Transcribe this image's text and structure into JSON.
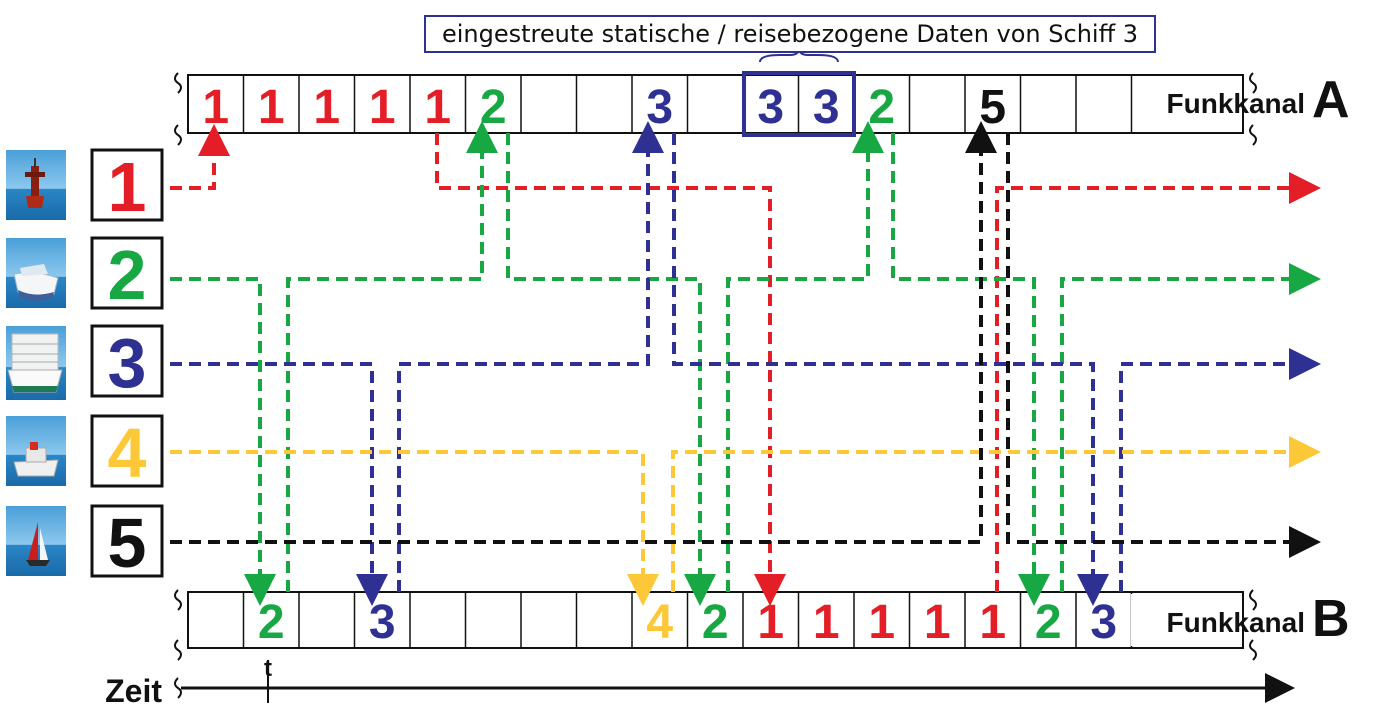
{
  "colors": {
    "1": "#e41e26",
    "2": "#17a844",
    "3": "#2e3192",
    "4": "#fdc838",
    "5": "#111111",
    "frame": "#111111",
    "highlight": "#2e3192"
  },
  "annotation": "eingestreute statische / reisebezogene Daten von Schiff 3",
  "channel_a": {
    "label": "Funkkanal",
    "letter": "A",
    "slots": [
      "1",
      "1",
      "1",
      "1",
      "1",
      "2",
      "",
      "",
      "3",
      "",
      "3",
      "3",
      "2",
      "",
      "5",
      "",
      "",
      ""
    ],
    "highlighted_slots": [
      10,
      11
    ]
  },
  "channel_b": {
    "label": "Funkkanal",
    "letter": "B",
    "slots": [
      "",
      "2",
      "",
      "3",
      "",
      "",
      "",
      "",
      "4",
      "2",
      "1",
      "1",
      "1",
      "1",
      "1",
      "2",
      "3",
      ""
    ]
  },
  "stations": [
    {
      "id": "1",
      "icon": "buoy-icon"
    },
    {
      "id": "2",
      "icon": "motorboat-icon"
    },
    {
      "id": "3",
      "icon": "cruise-ship-icon"
    },
    {
      "id": "4",
      "icon": "tugboat-icon"
    },
    {
      "id": "5",
      "icon": "sailboat-icon"
    }
  ],
  "time_axis": {
    "label": "Zeit",
    "marker": "t",
    "marker_slot": 1
  }
}
